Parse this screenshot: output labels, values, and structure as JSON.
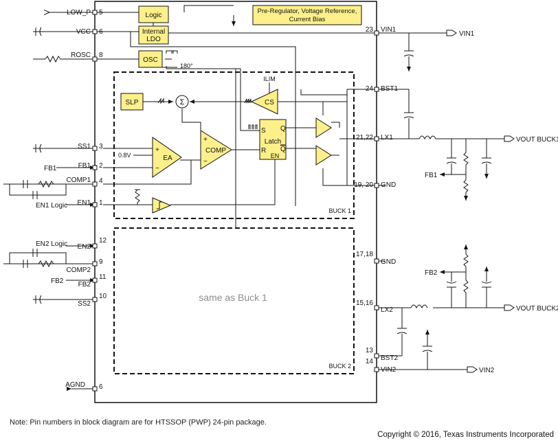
{
  "pins_left": {
    "low_p": {
      "label": "LOW_P",
      "num": "5"
    },
    "vcc": {
      "label": "VCC",
      "num": "6"
    },
    "rosc": {
      "label": "ROSC",
      "num": "8"
    },
    "ss1": {
      "label": "SS1",
      "num": "3"
    },
    "fb1": {
      "label": "FB1",
      "num": "2"
    },
    "comp1": {
      "label": "COMP1",
      "num": "4"
    },
    "en1": {
      "label": "EN1",
      "num": "1"
    },
    "en2": {
      "label": "EN2",
      "num": "12"
    },
    "comp2": {
      "label": "COMP2",
      "num": "9"
    },
    "fb2": {
      "label": "FB2",
      "num": "11"
    },
    "ss2": {
      "label": "SS2",
      "num": "10"
    },
    "agnd": {
      "label": "AGND",
      "num": "6"
    }
  },
  "pins_right": {
    "vin1": {
      "label": "VIN1",
      "num": "23"
    },
    "bst1": {
      "label": "BST1",
      "num": "24"
    },
    "lx1": {
      "label": "LX1",
      "num": "21,22"
    },
    "gnd1": {
      "label": "GND",
      "num": "19, 20"
    },
    "gnd2": {
      "label": "GND",
      "num": "17,18"
    },
    "lx2": {
      "label": "LX2",
      "num": "15,16"
    },
    "bst2": {
      "label": "BST2",
      "num": "13"
    },
    "vin2": {
      "label": "VIN2",
      "num": "14"
    }
  },
  "external": {
    "fb1": "FB1",
    "en1_logic": "EN1 Logic",
    "en2_logic": "EN2 Logic",
    "fb2": "FB2",
    "vin1": "VIN1",
    "vout_buck1": "VOUT BUCK1",
    "fb1_right": "FB1",
    "fb2_right": "FB2",
    "vout_buck2": "VOUT BUCK2",
    "vin2": "VIN2"
  },
  "blocks": {
    "logic": "Logic",
    "ldo_line1": "Internal",
    "ldo_line2": "LDO",
    "preg_line1": "Pre-Regulator, Voltage Reference,",
    "preg_line2": "Current Bias",
    "osc": "OSC",
    "phase": "180°",
    "slp": "SLP",
    "sigma": "Σ",
    "ilim": "ILIM",
    "cs": "CS",
    "ea": "EA",
    "ref": "0.8V",
    "comp": "COMP",
    "latch": "Latch",
    "latch_s": "S",
    "latch_r": "R",
    "latch_q": "Q",
    "latch_qbar": "Q",
    "latch_en": "EN",
    "plus1": "+",
    "minus1": "−",
    "plus2": "+",
    "minus2": "−",
    "buck1": "BUCK 1",
    "buck2": "BUCK 2",
    "same_as": "same as Buck  1"
  },
  "colors": {
    "block_fill": "#fdf08a",
    "line": "#111111",
    "same_as_text": "#8c8c8c"
  },
  "footer": {
    "note": "Note: Pin numbers in block diagram are for HTSSOP (PWP) 24-pin package.",
    "copyright": "Copyright © 2016, Texas Instruments Incorporated"
  }
}
